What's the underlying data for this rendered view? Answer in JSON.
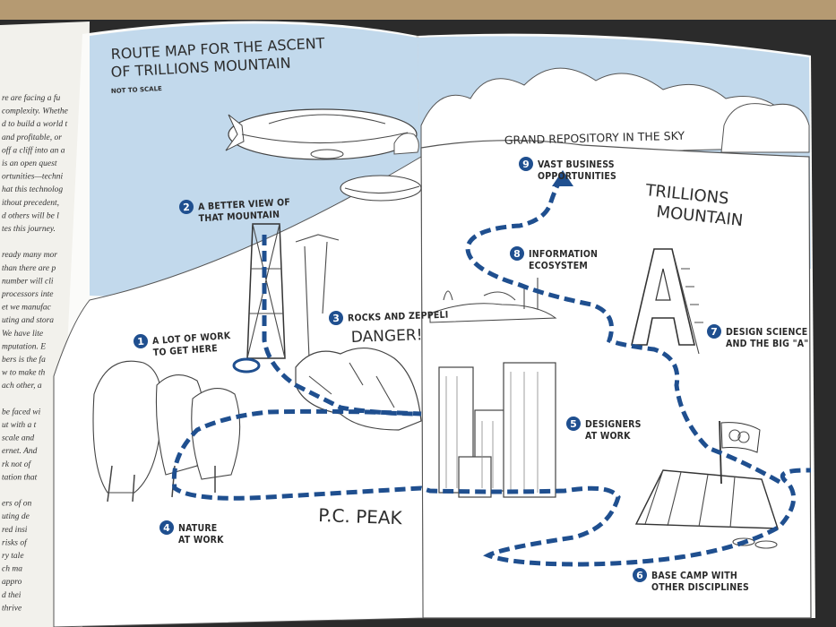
{
  "map": {
    "title_line1": "ROUTE MAP FOR THE ASCENT",
    "title_line2": "OF TRILLIONS MOUNTAIN",
    "subtitle": "NOT TO SCALE",
    "sky_label": "GRAND REPOSITORY IN THE SKY",
    "mountain_line1": "TRILLIONS",
    "mountain_line2": "MOUNTAIN",
    "peak_label": "P.C. PEAK",
    "danger_label": "DANGER!",
    "design_letter": "A"
  },
  "stops": [
    {
      "num": "1",
      "line1": "A LOT OF WORK",
      "line2": "TO GET HERE"
    },
    {
      "num": "2",
      "line1": "A BETTER VIEW OF",
      "line2": "THAT MOUNTAIN"
    },
    {
      "num": "3",
      "line1": "ROCKS AND ZEPPELI",
      "line2": ""
    },
    {
      "num": "4",
      "line1": "NATURE",
      "line2": "AT WORK"
    },
    {
      "num": "5",
      "line1": "DESIGNERS",
      "line2": "AT WORK"
    },
    {
      "num": "6",
      "line1": "BASE CAMP WITH",
      "line2": "OTHER DISCIPLINES"
    },
    {
      "num": "7",
      "line1": "DESIGN SCIENCE",
      "line2": "AND THE BIG \"A\""
    },
    {
      "num": "8",
      "line1": "INFORMATION",
      "line2": "ECOSYSTEM"
    },
    {
      "num": "9",
      "line1": "VAST BUSINESS",
      "line2": "OPPORTUNITIES"
    }
  ],
  "left_page_text": [
    "re are facing a fu",
    "complexity. Whethe",
    "d to build a world t",
    "and profitable, or",
    "off a cliff into an a",
    "is an open quest",
    "ortunities—techni",
    "hat this technolog",
    "ithout precedent,",
    "d others will be l",
    "tes this journey.",
    "",
    "ready many mor",
    "than there are p",
    "number will cli",
    "processors inte",
    "et we manufac",
    "uting and stora",
    "We have lite",
    "mputation. E",
    "bers is the fa",
    "w to make th",
    "ach other, a",
    "",
    "be faced wi",
    "ut with a t",
    "scale and",
    "ernet. And",
    "rk not of",
    "tation that",
    "",
    "ers of on",
    "uting de",
    "red insi",
    "risks of",
    "ry tale",
    "ch ma",
    "appro",
    "d thei",
    "thrive"
  ],
  "colors": {
    "sky": "#c2d9ec",
    "route": "#1f4f8f",
    "paper": "#fbfbf9",
    "table": "#b59a72"
  }
}
